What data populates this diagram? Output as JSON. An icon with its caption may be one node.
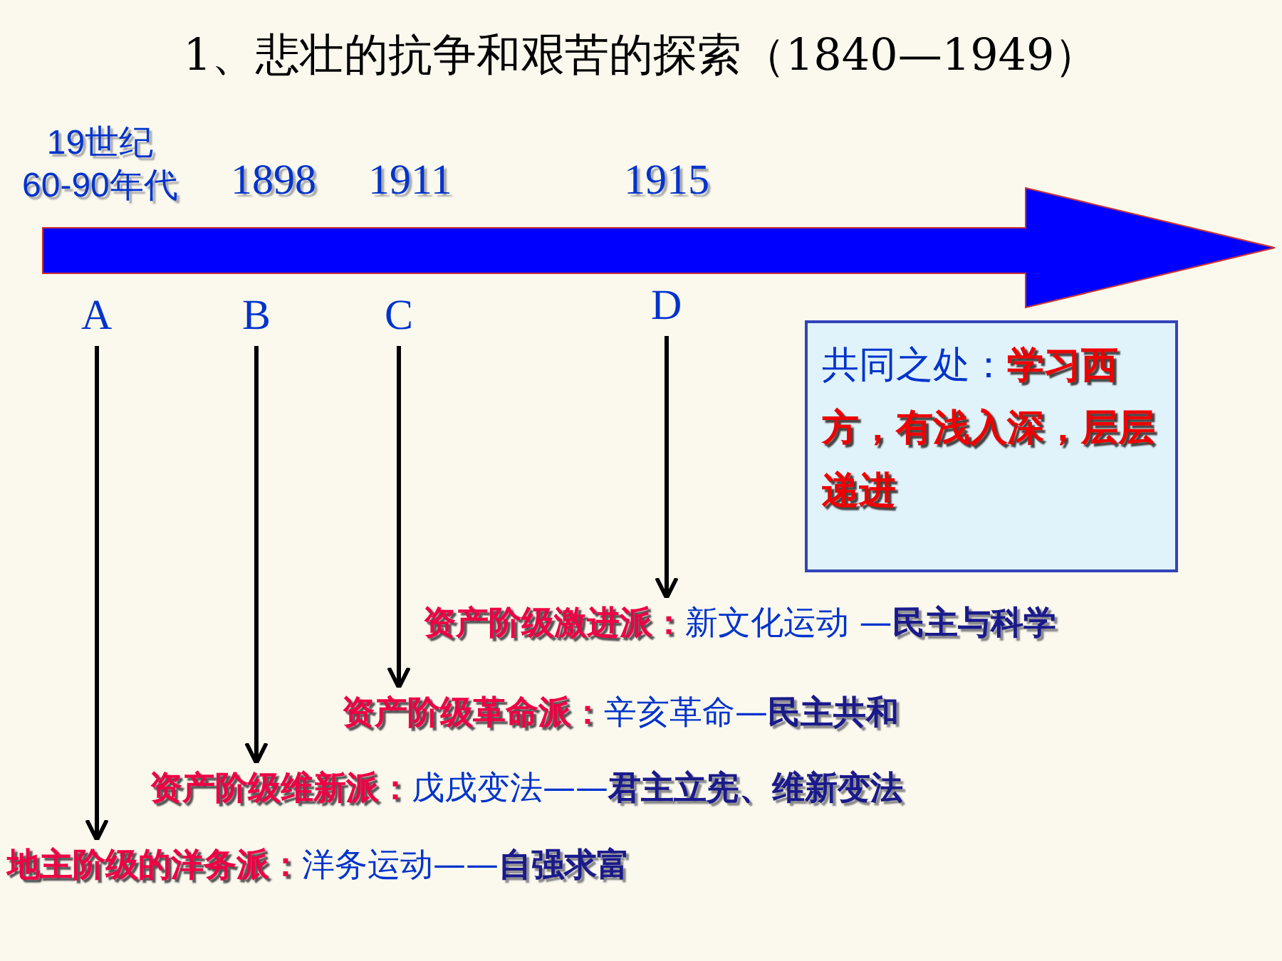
{
  "diagram": {
    "title": "1、悲壮的抗争和艰苦的探索（1840—1949）",
    "nodes": [
      {
        "text": [
          "A"
        ]
      },
      {
        "text": [
          "B"
        ]
      },
      {
        "text": [
          "C"
        ]
      },
      {
        "text": [
          "D"
        ]
      },
      {
        "text": [
          "共同之处：",
          "学习西方，有浅入深，层层递进"
        ]
      },
      {
        "text": [
          "资产阶级激进派：",
          "新文化运动 —",
          "民主与科学"
        ]
      },
      {
        "text": [
          "资产阶级革命派：",
          "辛亥革命—",
          "民主共和"
        ]
      },
      {
        "text": [
          "资产阶级维新派：",
          "戊戌变法——",
          "君主立宪、维新变法"
        ]
      },
      {
        "text": [
          "地主阶级的洋务派：",
          "洋务运动——",
          "自强求富"
        ]
      }
    ],
    "edges": [
      {
        "from": 0,
        "to": 8,
        "arrow": "to"
      },
      {
        "from": 1,
        "to": 7,
        "arrow": "to"
      },
      {
        "from": 2,
        "to": 6,
        "arrow": "to"
      },
      {
        "from": 3,
        "to": 5,
        "arrow": "to"
      }
    ],
    "labels": [
      "19世纪 60-90年代",
      "1898",
      "1911",
      "1915"
    ]
  }
}
